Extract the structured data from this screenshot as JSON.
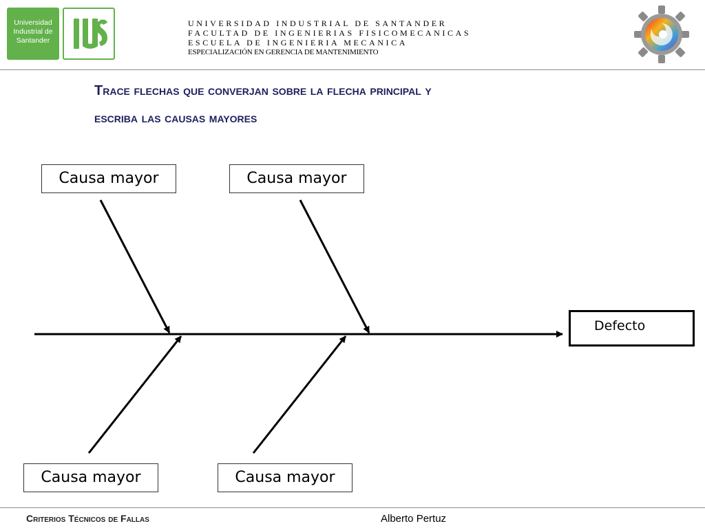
{
  "header": {
    "logo_left_text": [
      "Universidad",
      "Industrial de",
      "Santander"
    ],
    "lines": [
      "UNIVERSIDAD INDUSTRIAL DE SANTANDER",
      "FACULTAD DE INGENIERIAS FISICOMECANICAS",
      "ESCUELA DE INGENIERIA MECANICA",
      "ESPECIALIZACIÓN EN GERENCIA DE MANTENIMIENTO"
    ]
  },
  "title": {
    "line1": "Trace flechas que converjan sobre la flecha principal y",
    "line2": "escriba las causas mayores"
  },
  "diagram": {
    "causes": [
      {
        "label": "Causa mayor"
      },
      {
        "label": "Causa mayor"
      },
      {
        "label": "Causa mayor"
      },
      {
        "label": "Causa mayor"
      }
    ],
    "effect": "Defecto"
  },
  "footer": {
    "left": "Criterios Técnicos de Fallas",
    "right": "Alberto Pertuz"
  },
  "colors": {
    "brand_green": "#62b14b",
    "title": "#1f1f5e"
  }
}
